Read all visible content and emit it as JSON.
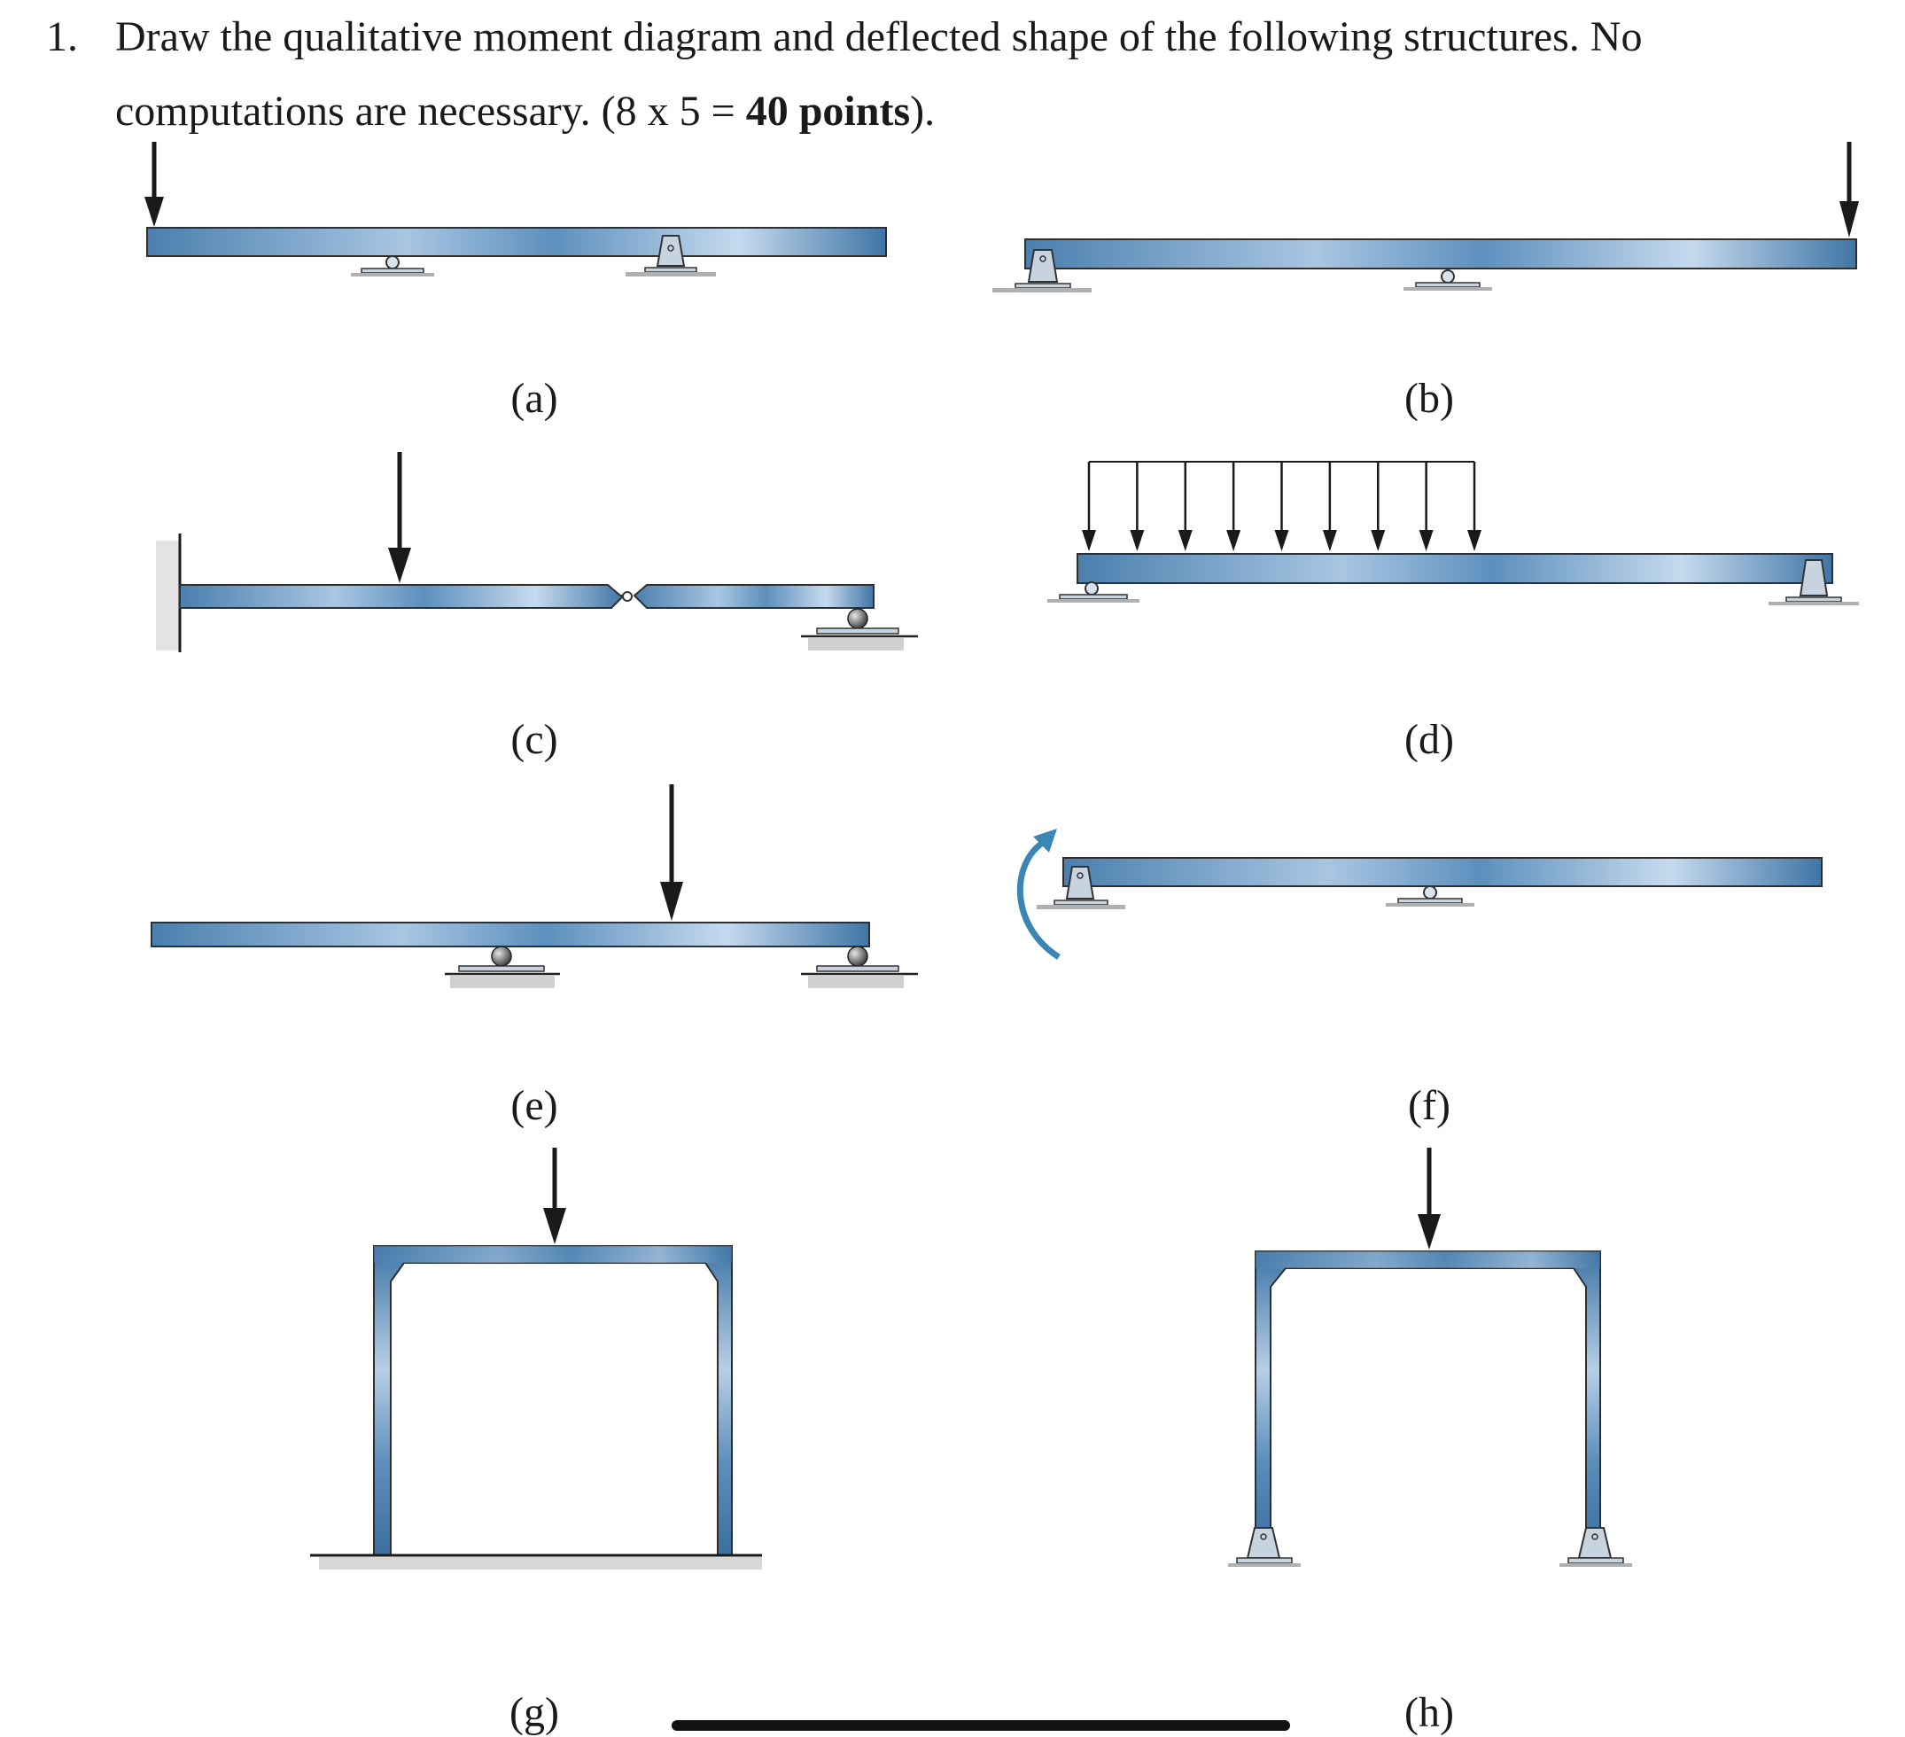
{
  "question": {
    "number": "1.",
    "text": "Draw the qualitative moment diagram and deflected shape of the following structures. No computations are necessary.",
    "points_prefix": "(8 x 5 = ",
    "points_bold": "40 points",
    "points_suffix": ")."
  },
  "figures": [
    {
      "label": "(a)"
    },
    {
      "label": "(b)"
    },
    {
      "label": "(c)"
    },
    {
      "label": "(d)"
    },
    {
      "label": "(e)"
    },
    {
      "label": "(f)"
    },
    {
      "label": "(g)"
    },
    {
      "label": "(h)"
    }
  ],
  "colors": {
    "member_dark": "#3f78a8",
    "member_light": "#c9dcee",
    "support": "#c7d3df",
    "ground_shadow": "#b0b0b0",
    "arrow": "#1a1a1a",
    "moment_arrow": "#3c86b4"
  }
}
